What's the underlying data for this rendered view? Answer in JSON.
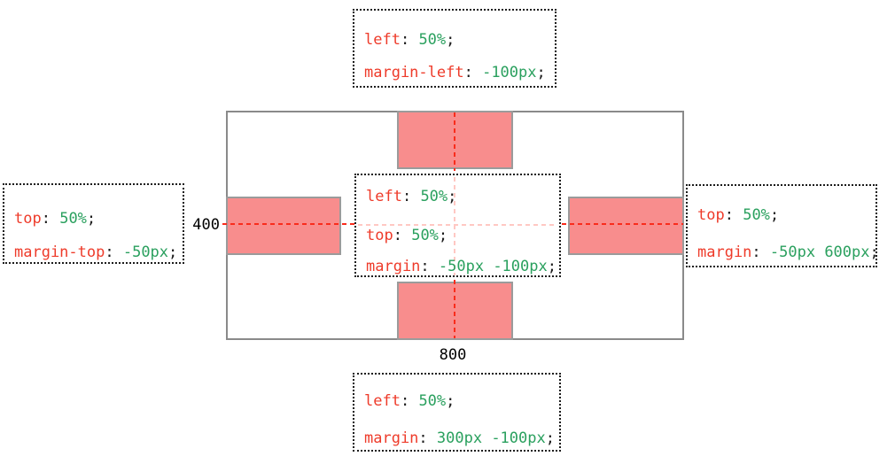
{
  "colors": {
    "property": "#ee3b2a",
    "value": "#2aa05e",
    "punctuation": "#1c1c1c",
    "box_fill": "#f88d8d",
    "box_border": "#9b9b9b",
    "container_border": "#8a8a8a",
    "note_border": "#1c1c1c",
    "centerline": "#f92c1c",
    "centerline_faint": "#ffc8c3",
    "dim_label": "#000000"
  },
  "syntax": {
    "colon": ": ",
    "semicolon": ";"
  },
  "container": {
    "width_label": "800",
    "height_label": "400"
  },
  "annotations": {
    "top": {
      "lines": [
        {
          "prop": "left",
          "value": "50%"
        },
        {
          "prop": "margin-left",
          "value": "-100px"
        }
      ]
    },
    "left": {
      "lines": [
        {
          "prop": "top",
          "value": "50%"
        },
        {
          "prop": "margin-top",
          "value": "-50px"
        }
      ]
    },
    "center": {
      "lines": [
        {
          "prop": "left",
          "value": "50%"
        },
        {
          "prop": "top",
          "value": "50%"
        },
        {
          "prop": "margin",
          "value": "-50px -100px"
        }
      ]
    },
    "right": {
      "lines": [
        {
          "prop": "top",
          "value": "50%"
        },
        {
          "prop": "margin",
          "value": "-50px 600px"
        }
      ]
    },
    "bottom": {
      "lines": [
        {
          "prop": "left",
          "value": "50%"
        },
        {
          "prop": "margin",
          "value": "300px -100px"
        }
      ]
    }
  }
}
